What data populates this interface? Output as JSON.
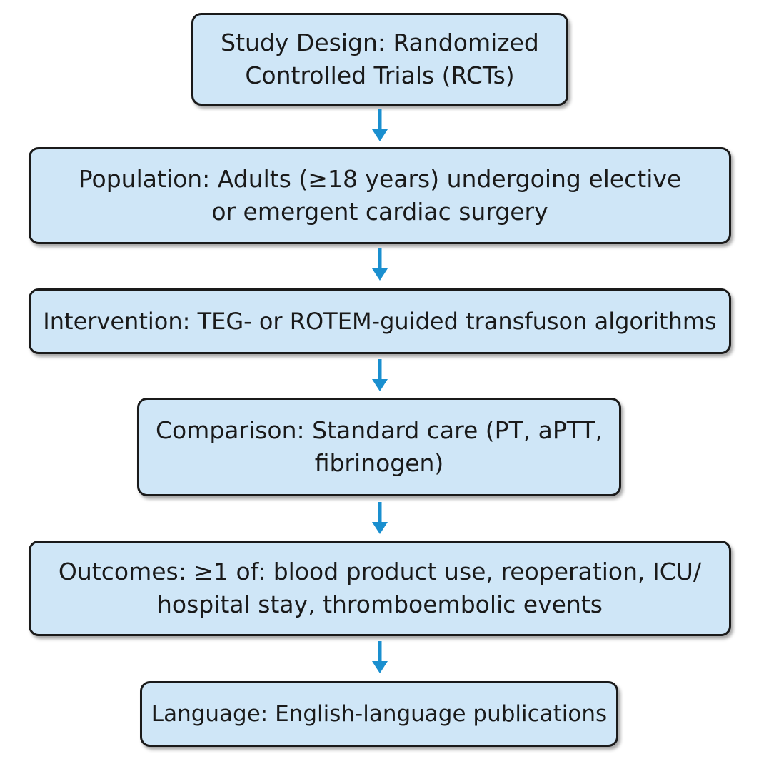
{
  "flowchart": {
    "boxes": [
      {
        "line1": "Study Design: Randomized",
        "line2": "Controlled Trials (RCTs)"
      },
      {
        "line1": "Population: Adults (≥18 years) undergoing elective",
        "line2": "or emergent cardiac surgery"
      },
      {
        "line1": "Intervention: TEG- or ROTEM-guided transfuson algorithms"
      },
      {
        "line1": "Comparison: Standard care (PT, aPTT,",
        "line2": "fibrinogen)"
      },
      {
        "line1": "Outcomes: ≥1 of: blood product use, reoperation, ICU/",
        "line2": "hospital stay, thromboembolic events"
      },
      {
        "line1": "Language: English-language publications"
      }
    ],
    "colors": {
      "box_fill": "#cfe6f7",
      "box_border": "#1a1a1a",
      "arrow": "#1a8fcf",
      "text": "#1a1a1a"
    }
  }
}
